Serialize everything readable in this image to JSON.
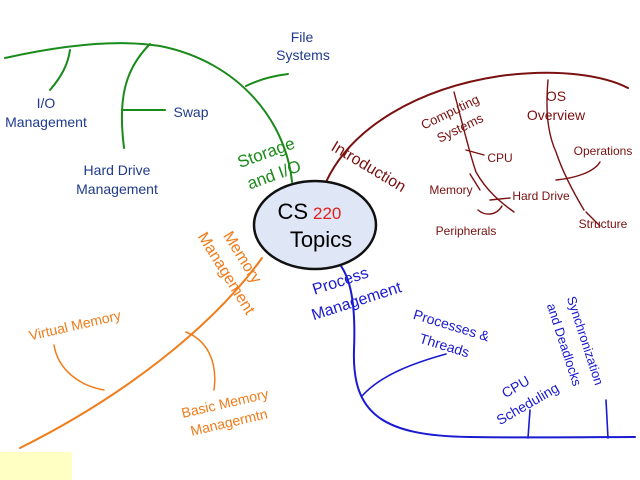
{
  "colors": {
    "storage": "#1a8a1a",
    "introduction": "#7a1010",
    "memory": "#f07c1a",
    "process": "#1a1ad0",
    "center_fill": "#dfe6f5",
    "center_number": "#e02020",
    "corner_note": "#ffffc4"
  },
  "center": {
    "label": "CS",
    "number": "220",
    "subtitle": "Topics"
  },
  "branches": {
    "storage": {
      "title_line1": "Storage",
      "title_line2": "and I/O",
      "file_systems_1": "File",
      "file_systems_2": "Systems",
      "io_1": "I/O",
      "io_2": "Management",
      "swap": "Swap",
      "hard_drive_1": "Hard Drive",
      "hard_drive_2": "Management"
    },
    "introduction": {
      "title": "Introduction",
      "computing_1": "Computing",
      "computing_2": "Systems",
      "os_1": "OS",
      "os_2": "Overview",
      "cpu": "CPU",
      "operations": "Operations",
      "memory": "Memory",
      "hard_drive": "Hard Drive",
      "peripherals": "Peripherals",
      "structure": "Structure"
    },
    "memory": {
      "title_line1": "Memory",
      "title_line2": "Management",
      "virtual_memory": "Virtual Memory",
      "basic_1": "Basic Memory",
      "basic_2": "Managermtn"
    },
    "process": {
      "title_line1": "Process",
      "title_line2": "Management",
      "processes_1": "Processes &",
      "processes_2": "Threads",
      "cpu_1": "CPU",
      "cpu_2": "Scheduling",
      "sync_1": "Synchronization",
      "sync_2": "and Deadlocks"
    }
  }
}
